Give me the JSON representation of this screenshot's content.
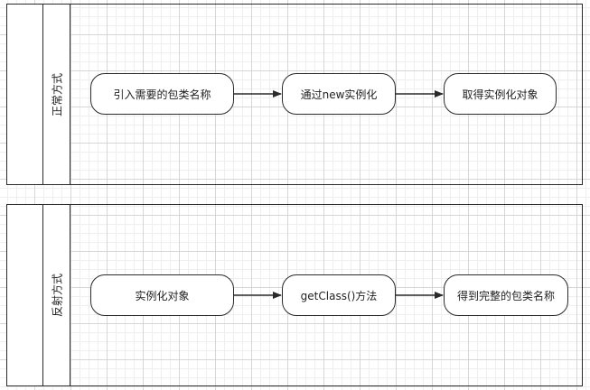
{
  "lanes": [
    {
      "label": "正常方式",
      "steps": [
        "引入需要的包类名称",
        "通过new实例化",
        "取得实例化对象"
      ]
    },
    {
      "label": "反射方式",
      "steps": [
        "实例化对象",
        "getClass()方法",
        "得到完整的包类名称"
      ]
    }
  ]
}
